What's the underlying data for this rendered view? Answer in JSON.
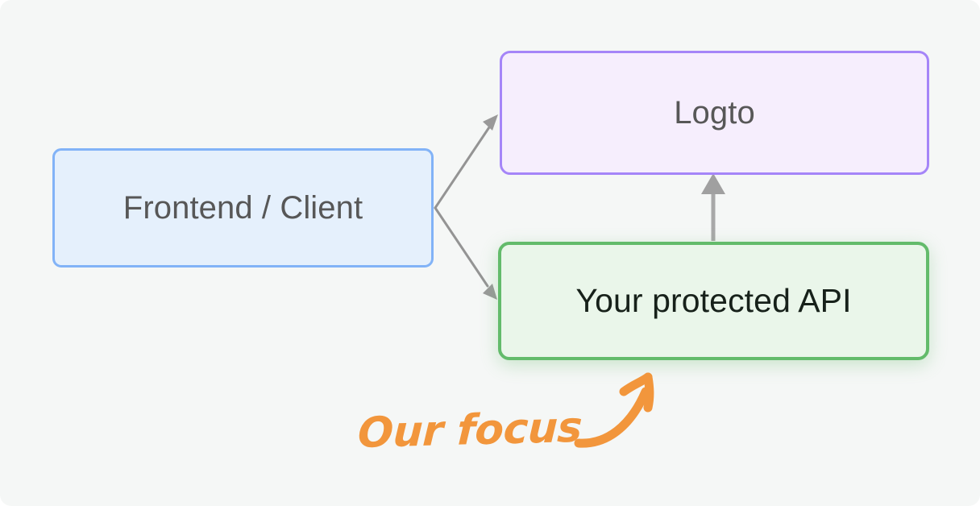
{
  "diagram": {
    "background_color": "#f5f7f6",
    "nodes": [
      {
        "id": "frontend",
        "label": "Frontend / Client",
        "fill": "#e5f0fc",
        "border": "#82b3f7",
        "text_color": "#575757"
      },
      {
        "id": "logto",
        "label": "Logto",
        "fill": "#f6eefd",
        "border": "#a585f8",
        "text_color": "#575757"
      },
      {
        "id": "api",
        "label": "Your protected API",
        "fill": "#eaf6ea",
        "border": "#63bb6b",
        "text_color": "#17211a"
      }
    ],
    "edges": [
      {
        "id": "frontend-to-logto",
        "from": "frontend",
        "to": "logto",
        "color": "#949494"
      },
      {
        "id": "frontend-to-api",
        "from": "frontend",
        "to": "api",
        "color": "#949494"
      },
      {
        "id": "api-to-logto",
        "from": "api",
        "to": "logto",
        "color": "#a0a0a0"
      }
    ],
    "annotation": {
      "text": "Our focus",
      "color": "#f2963c",
      "points_to": "api",
      "arrow_icon": "curved-up-right-arrow-icon"
    }
  }
}
